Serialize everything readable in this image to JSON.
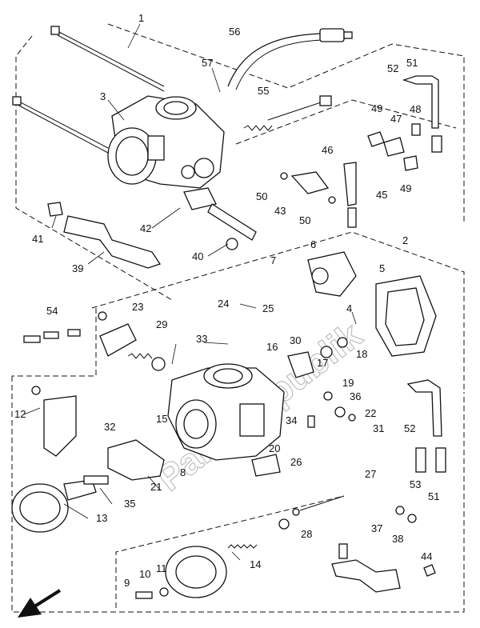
{
  "watermark": "PartsRepublik",
  "callouts": [
    "1",
    "2",
    "3",
    "4",
    "5",
    "6",
    "7",
    "8",
    "9",
    "10",
    "11",
    "12",
    "13",
    "14",
    "15",
    "16",
    "17",
    "18",
    "19",
    "20",
    "21",
    "22",
    "23",
    "24",
    "25",
    "26",
    "27",
    "28",
    "29",
    "30",
    "31",
    "32",
    "33",
    "34",
    "35",
    "36",
    "37",
    "38",
    "39",
    "40",
    "41",
    "42",
    "43",
    "44",
    "45",
    "46",
    "47",
    "48",
    "49",
    "50",
    "51",
    "52",
    "53",
    "54",
    "55",
    "56",
    "57"
  ],
  "labels": [
    {
      "id": "c1",
      "text": "1"
    },
    {
      "id": "c56",
      "text": "56"
    },
    {
      "id": "c57",
      "text": "57"
    },
    {
      "id": "c3",
      "text": "3"
    },
    {
      "id": "c55",
      "text": "55"
    },
    {
      "id": "c52a",
      "text": "52"
    },
    {
      "id": "c51a",
      "text": "51"
    },
    {
      "id": "c49a",
      "text": "49"
    },
    {
      "id": "c47",
      "text": "47"
    },
    {
      "id": "c48",
      "text": "48"
    },
    {
      "id": "c46",
      "text": "46"
    },
    {
      "id": "c49b",
      "text": "49"
    },
    {
      "id": "c45",
      "text": "45"
    },
    {
      "id": "c50a",
      "text": "50"
    },
    {
      "id": "c43",
      "text": "43"
    },
    {
      "id": "c50b",
      "text": "50"
    },
    {
      "id": "c41",
      "text": "41"
    },
    {
      "id": "c42",
      "text": "42"
    },
    {
      "id": "c40",
      "text": "40"
    },
    {
      "id": "c39",
      "text": "39"
    },
    {
      "id": "c2",
      "text": "2"
    },
    {
      "id": "c6",
      "text": "6"
    },
    {
      "id": "c7",
      "text": "7"
    },
    {
      "id": "c5",
      "text": "5"
    },
    {
      "id": "c24",
      "text": "24"
    },
    {
      "id": "c25",
      "text": "25"
    },
    {
      "id": "c23",
      "text": "23"
    },
    {
      "id": "c4",
      "text": "4"
    },
    {
      "id": "c54",
      "text": "54"
    },
    {
      "id": "c29",
      "text": "29"
    },
    {
      "id": "c33",
      "text": "33"
    },
    {
      "id": "c30",
      "text": "30"
    },
    {
      "id": "c16",
      "text": "16"
    },
    {
      "id": "c17",
      "text": "17"
    },
    {
      "id": "c18",
      "text": "18"
    },
    {
      "id": "c19",
      "text": "19"
    },
    {
      "id": "c36",
      "text": "36"
    },
    {
      "id": "c22",
      "text": "22"
    },
    {
      "id": "c12",
      "text": "12"
    },
    {
      "id": "c32",
      "text": "32"
    },
    {
      "id": "c15",
      "text": "15"
    },
    {
      "id": "c34",
      "text": "34"
    },
    {
      "id": "c31",
      "text": "31"
    },
    {
      "id": "c52b",
      "text": "52"
    },
    {
      "id": "c20",
      "text": "20"
    },
    {
      "id": "c8",
      "text": "8"
    },
    {
      "id": "c26",
      "text": "26"
    },
    {
      "id": "c27",
      "text": "27"
    },
    {
      "id": "c21",
      "text": "21"
    },
    {
      "id": "c35",
      "text": "35"
    },
    {
      "id": "c53",
      "text": "53"
    },
    {
      "id": "c51b",
      "text": "51"
    },
    {
      "id": "c13",
      "text": "13"
    },
    {
      "id": "c28",
      "text": "28"
    },
    {
      "id": "c37",
      "text": "37"
    },
    {
      "id": "c38",
      "text": "38"
    },
    {
      "id": "c14",
      "text": "14"
    },
    {
      "id": "c44",
      "text": "44"
    },
    {
      "id": "c9",
      "text": "9"
    },
    {
      "id": "c10",
      "text": "10"
    },
    {
      "id": "c11",
      "text": "11"
    }
  ]
}
